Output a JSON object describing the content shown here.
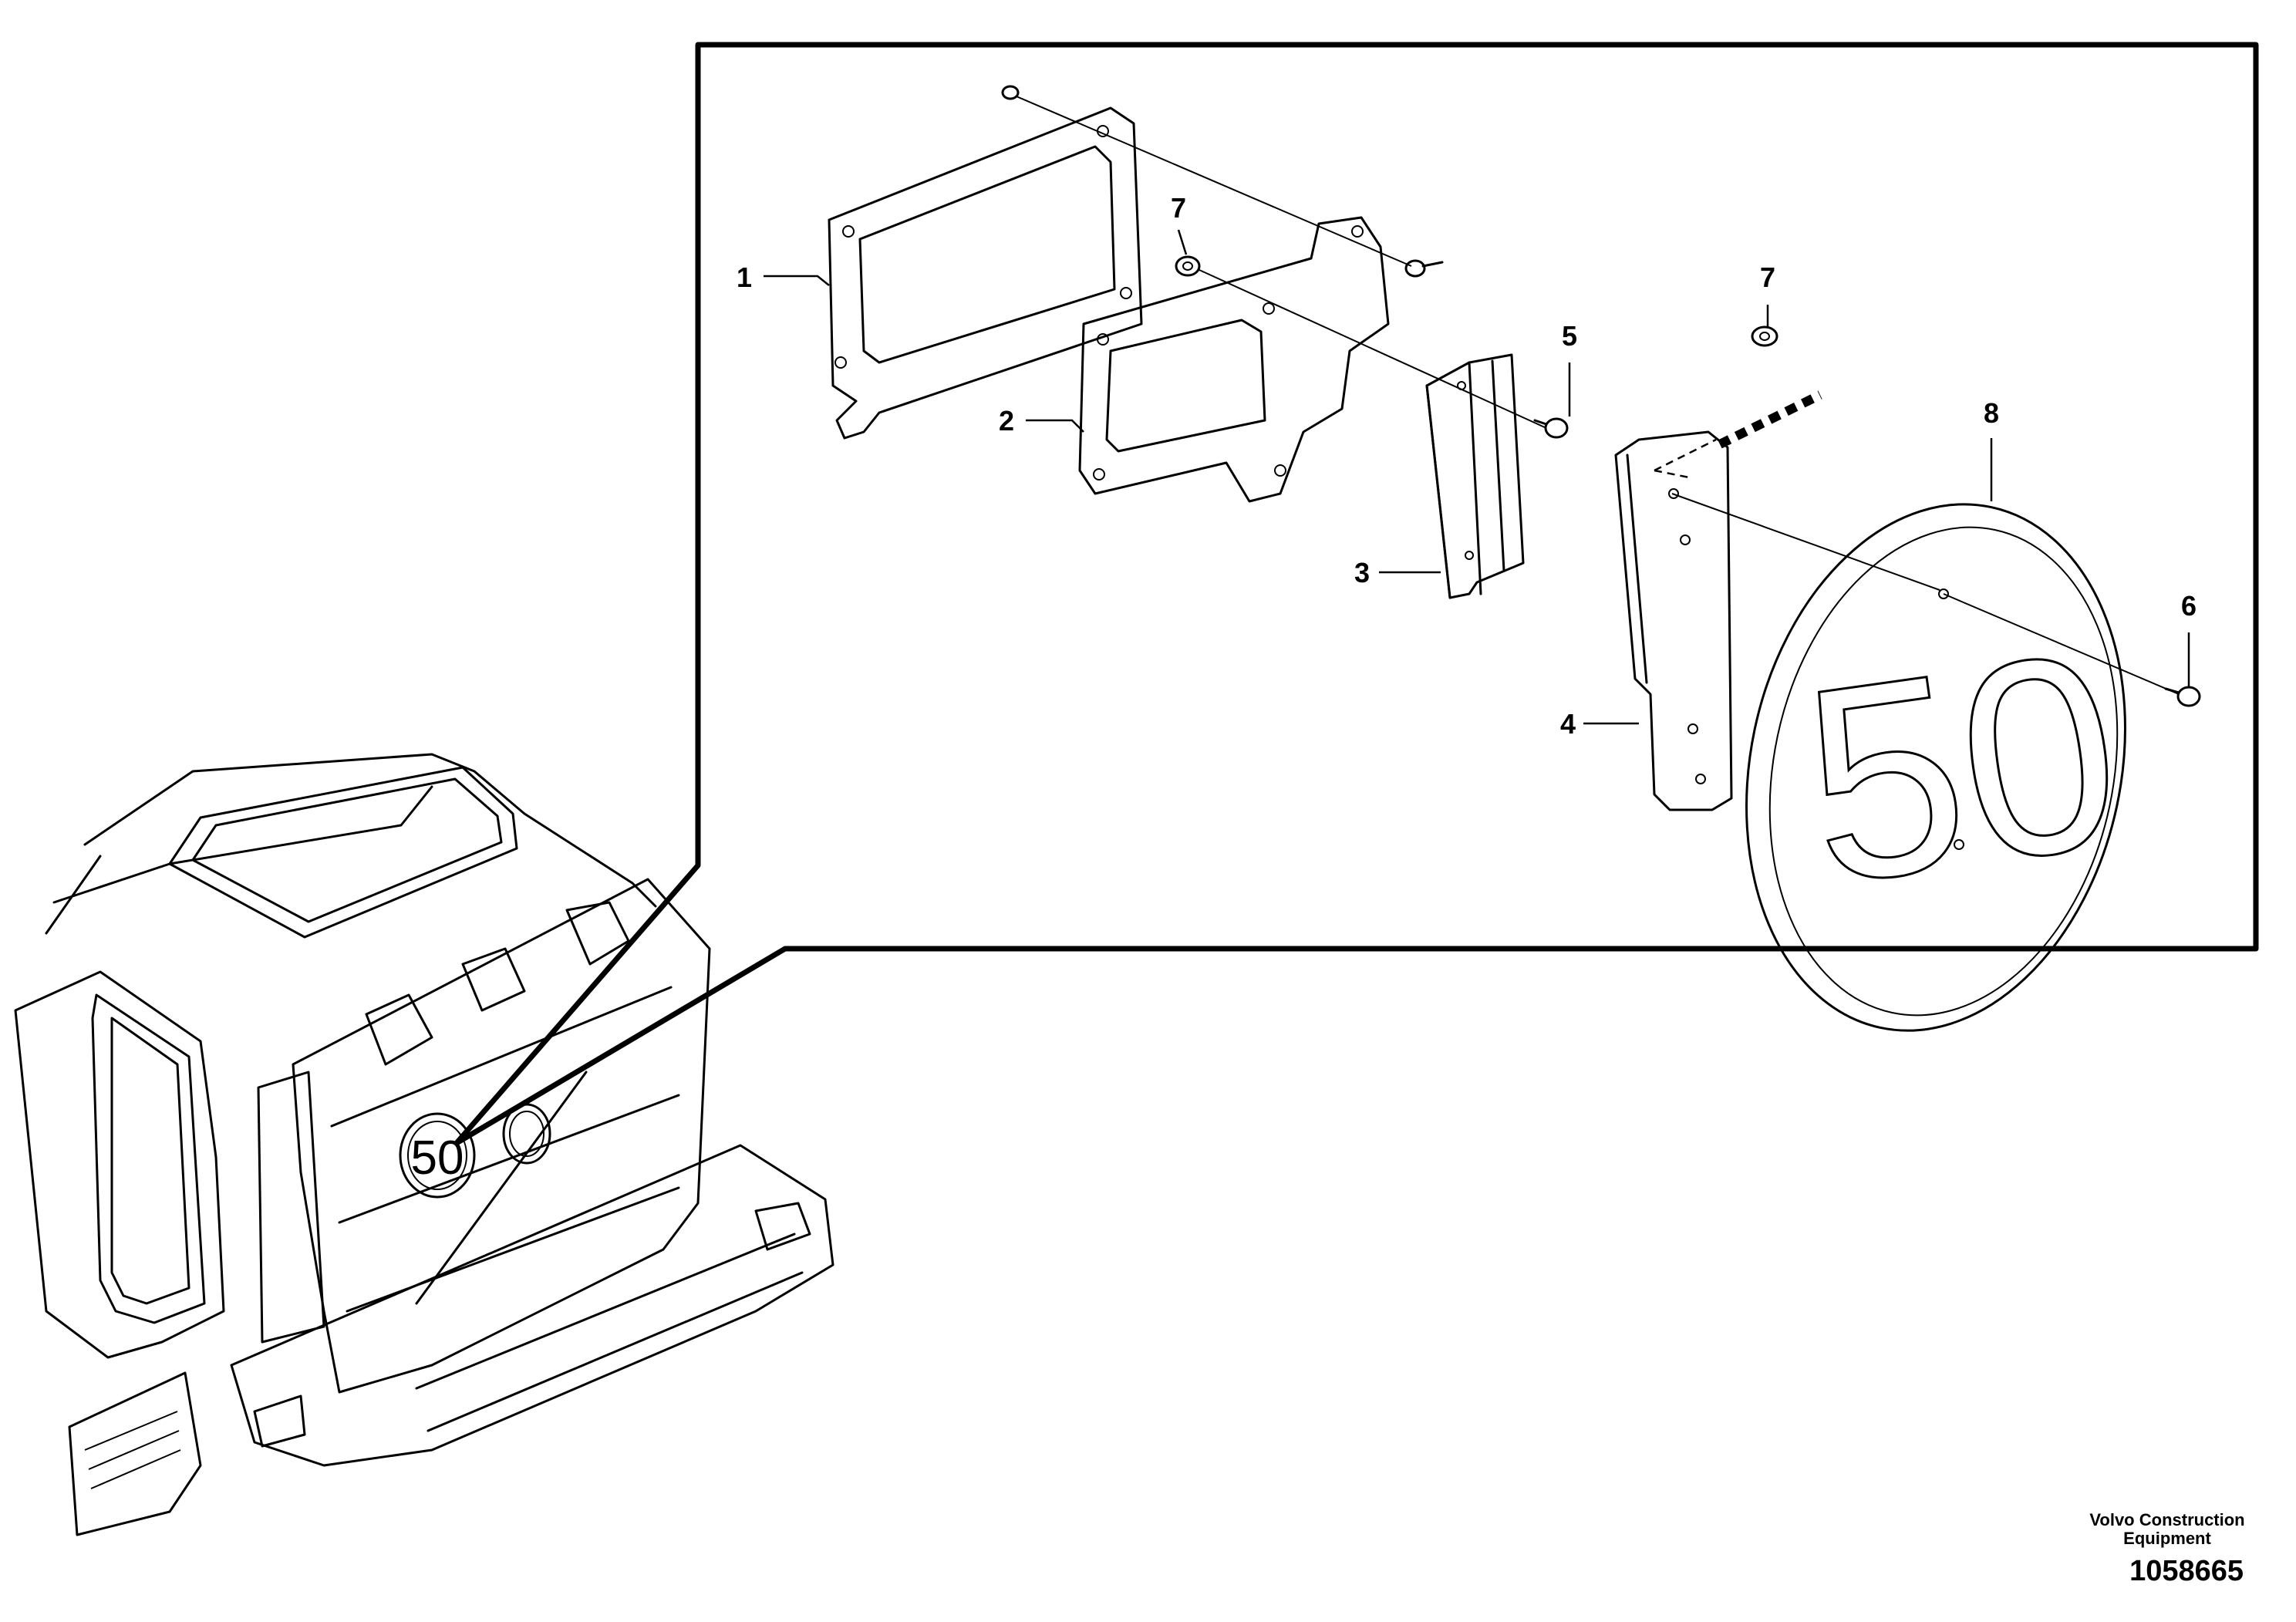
{
  "callouts": {
    "c1": "1",
    "c2": "2",
    "c3": "3",
    "c4": "4",
    "c5": "5",
    "c6": "6",
    "c7a": "7",
    "c7b": "7",
    "c8": "8"
  },
  "sign_text": "50",
  "sign_small_text": "50",
  "footer": {
    "credit_line1": "Volvo Construction",
    "credit_line2": "Equipment",
    "drawing_number": "1058665"
  }
}
